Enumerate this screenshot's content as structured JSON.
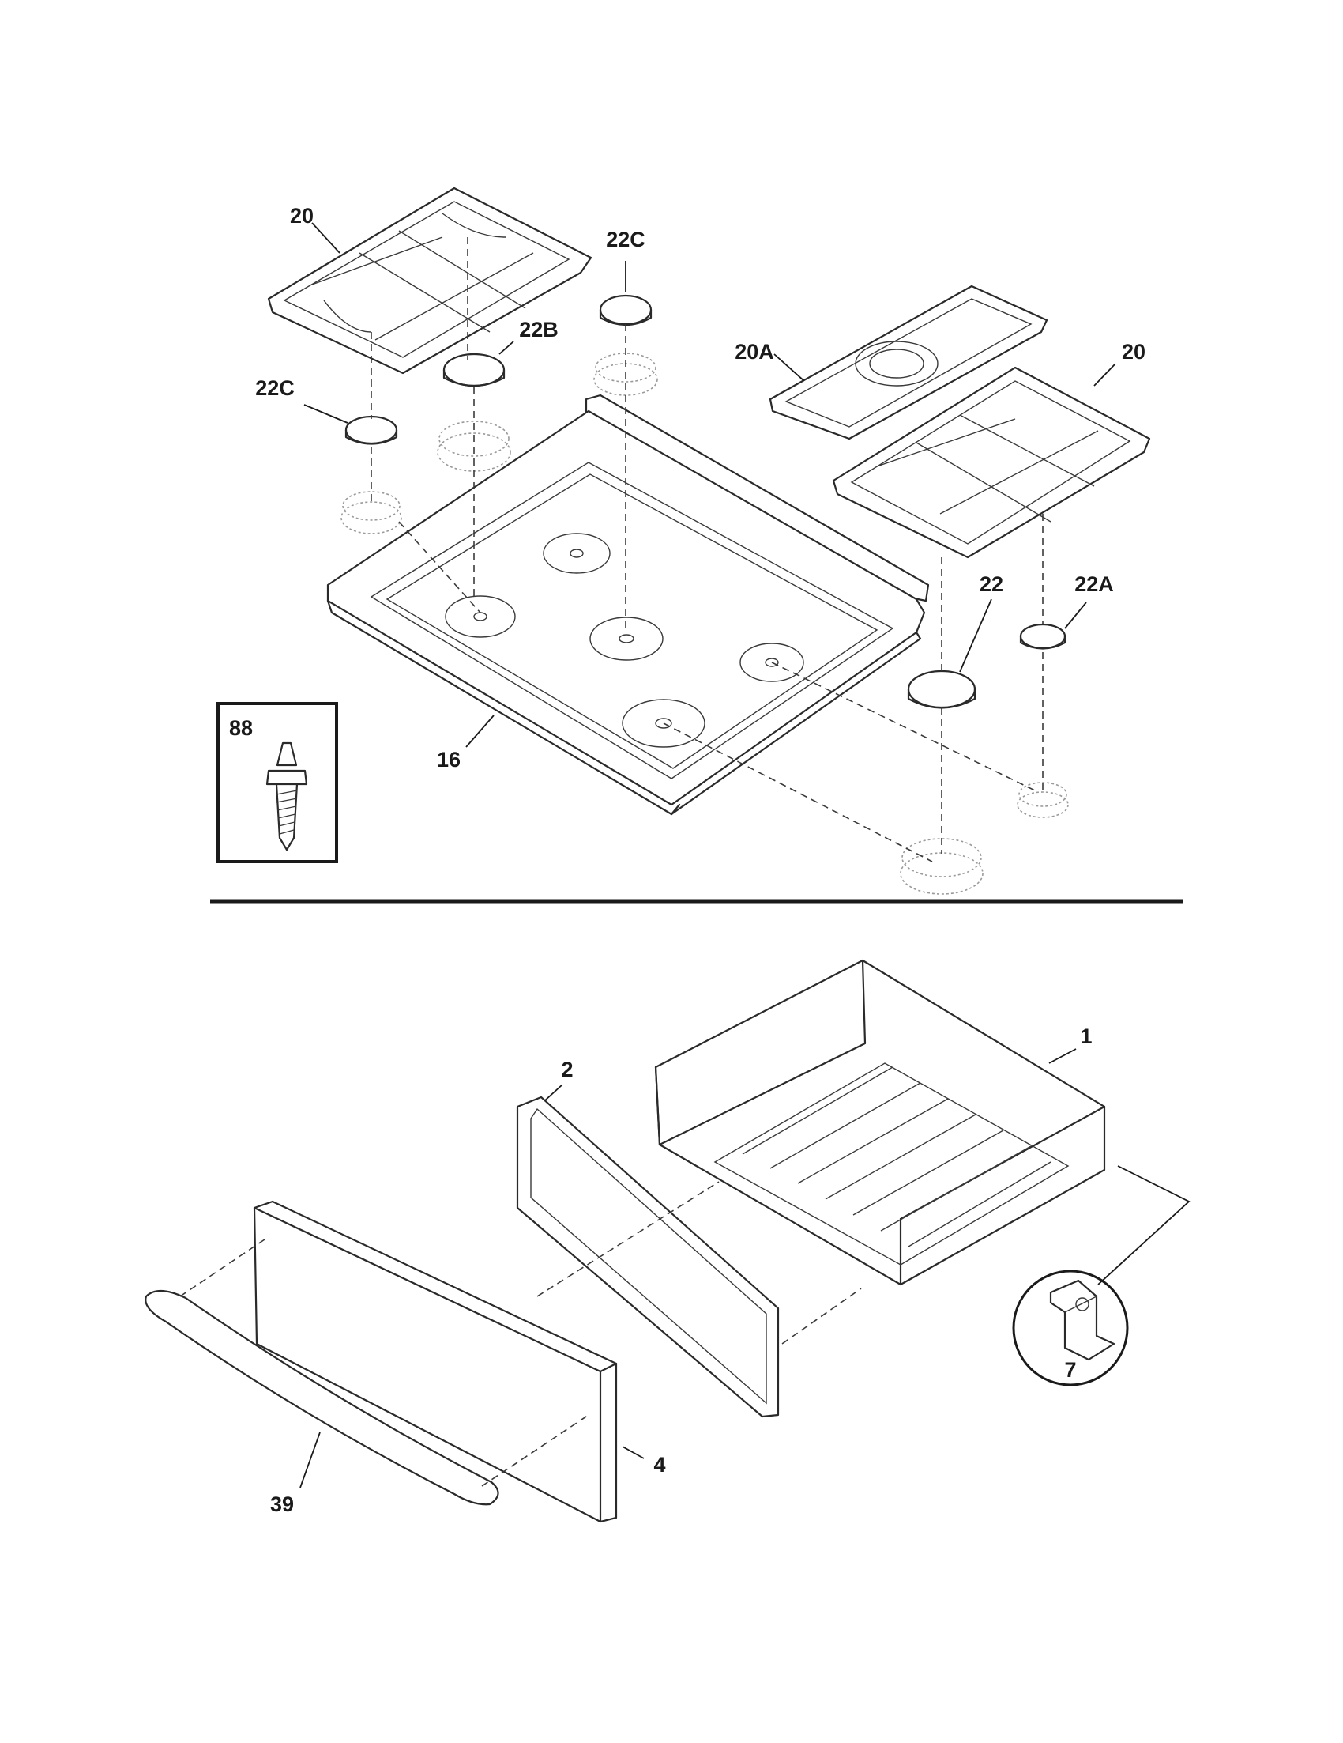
{
  "diagram": {
    "callouts": [
      {
        "id": "c20_left",
        "text": "20"
      },
      {
        "id": "c22C_top",
        "text": "22C"
      },
      {
        "id": "c22B",
        "text": "22B"
      },
      {
        "id": "c22C_left",
        "text": "22C"
      },
      {
        "id": "c20A",
        "text": "20A"
      },
      {
        "id": "c20_right",
        "text": "20"
      },
      {
        "id": "c22",
        "text": "22"
      },
      {
        "id": "c22A",
        "text": "22A"
      },
      {
        "id": "c88",
        "text": "88"
      },
      {
        "id": "c16",
        "text": "16"
      },
      {
        "id": "c2",
        "text": "2"
      },
      {
        "id": "c1",
        "text": "1"
      },
      {
        "id": "c7",
        "text": "7"
      },
      {
        "id": "c4",
        "text": "4"
      },
      {
        "id": "c39",
        "text": "39"
      }
    ]
  }
}
